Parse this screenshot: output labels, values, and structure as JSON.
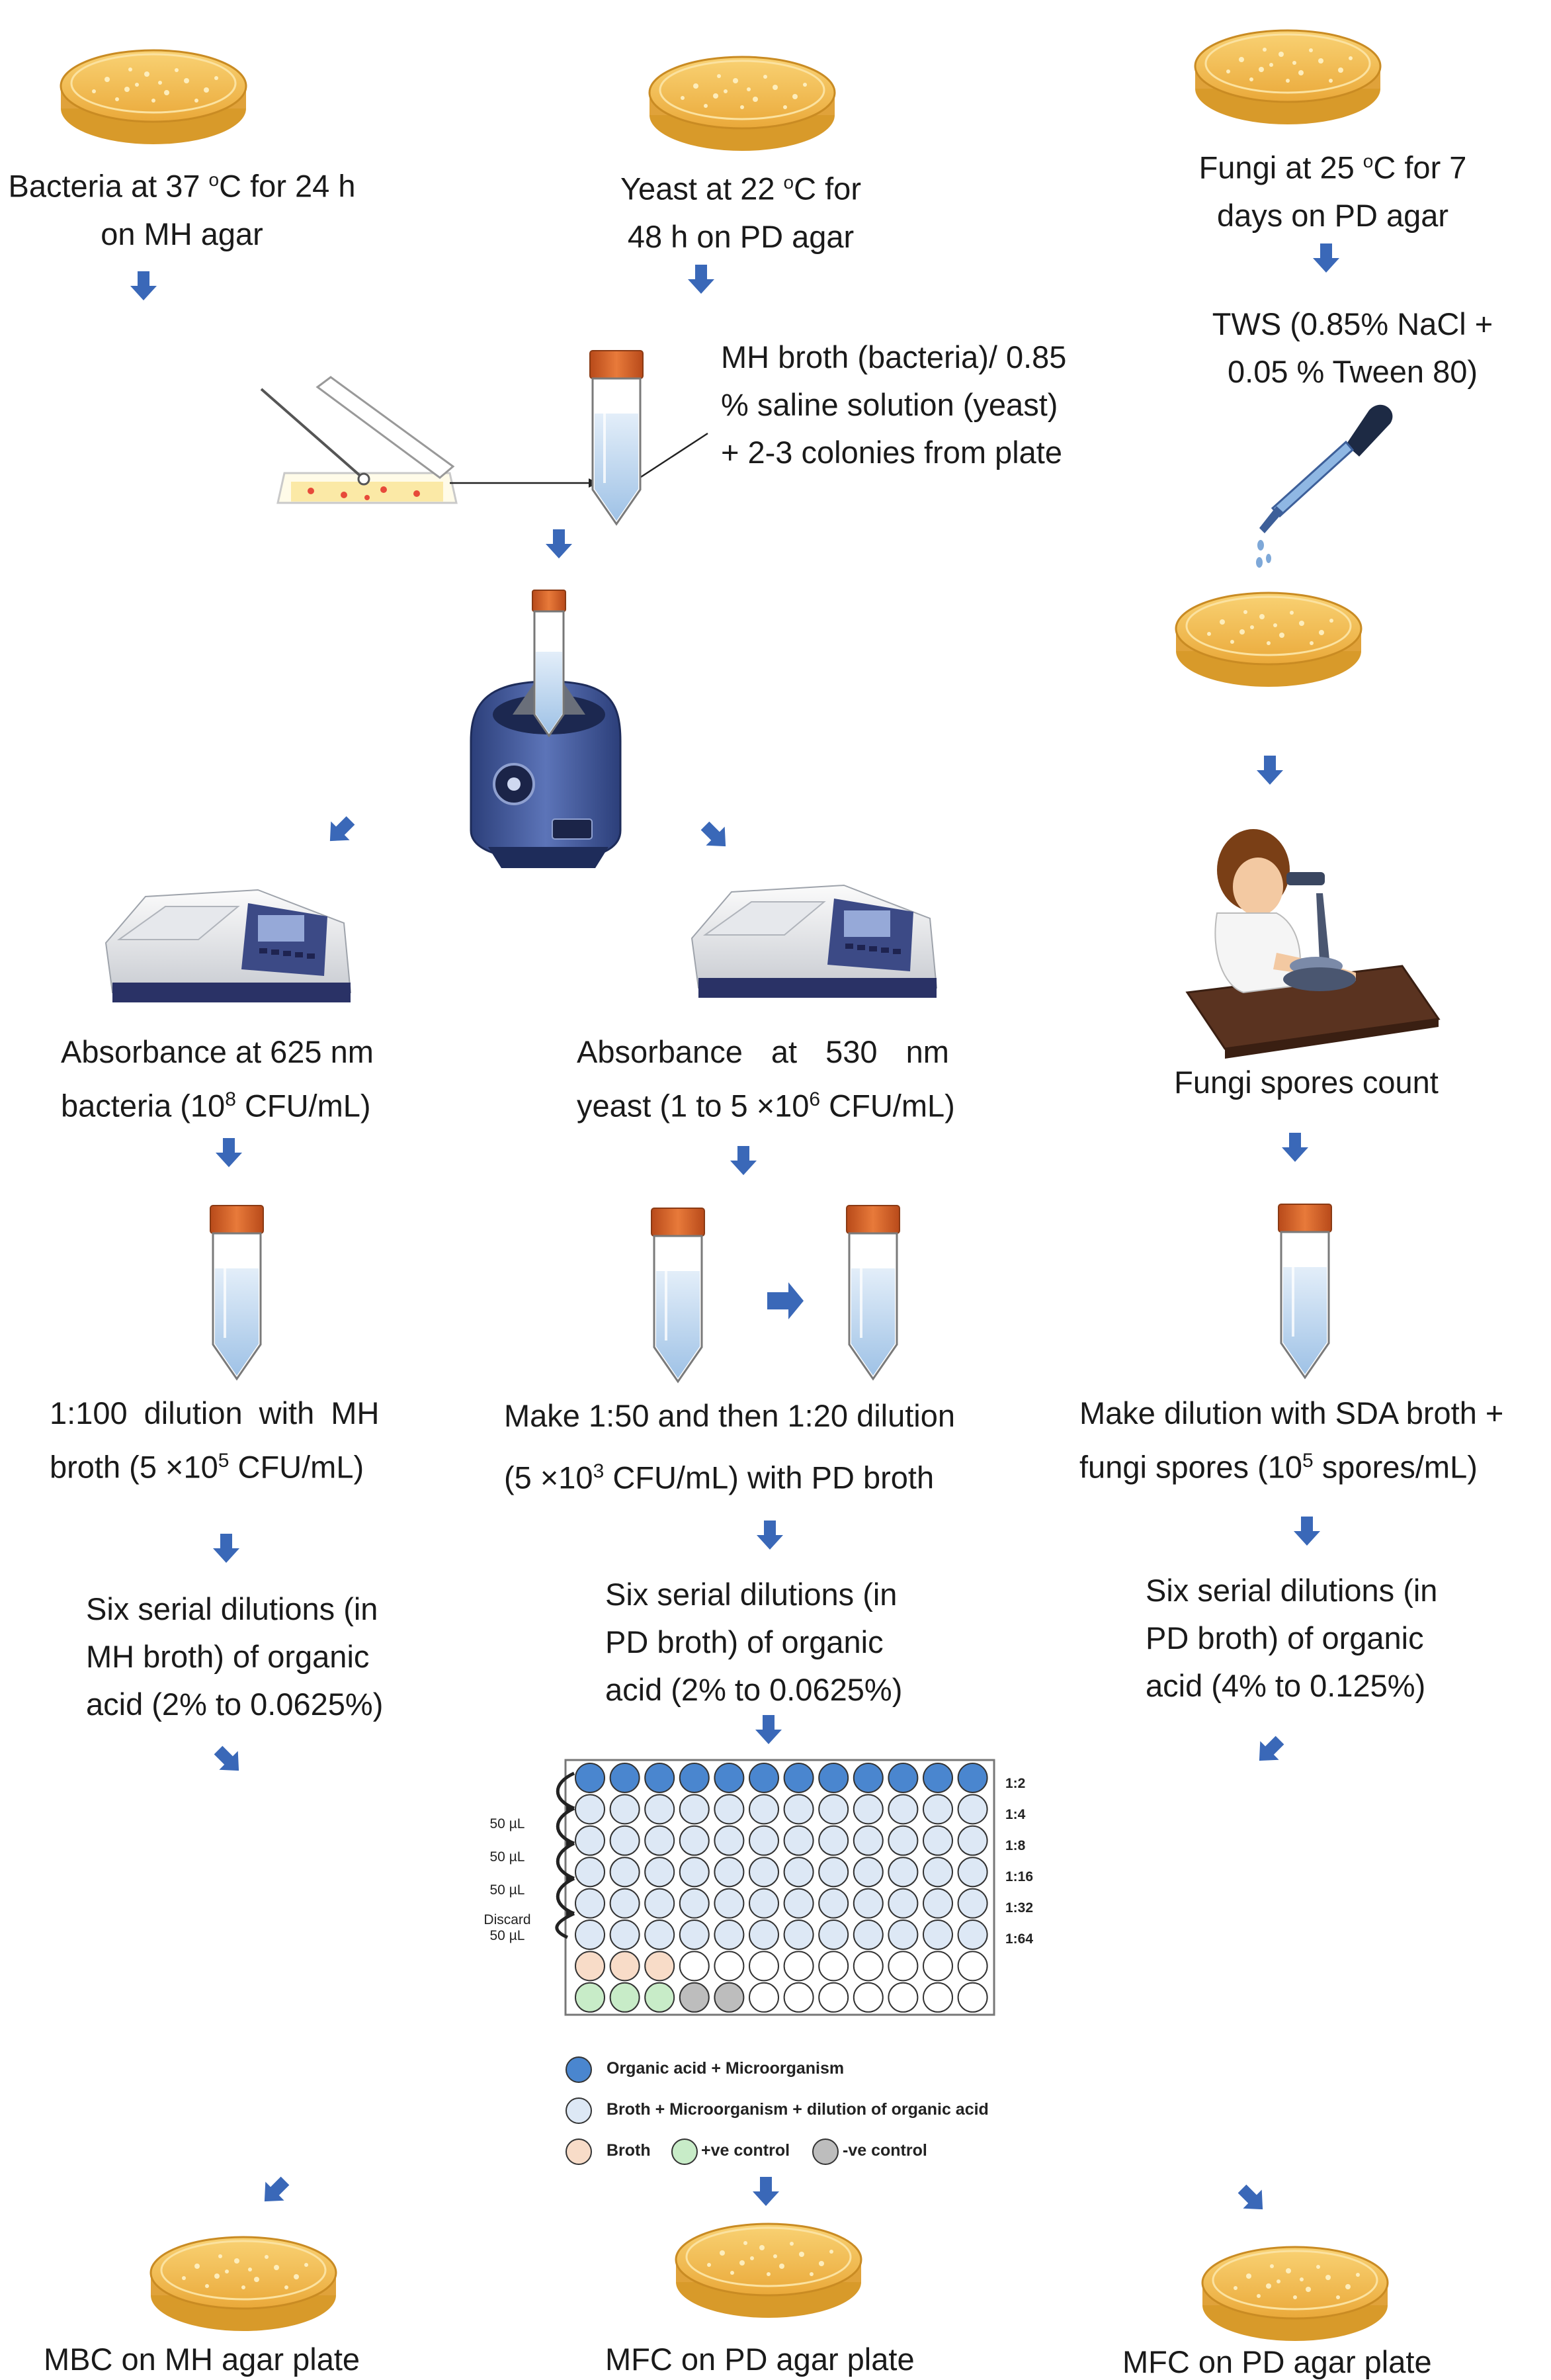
{
  "steps": {
    "bacteria_culture": [
      "Bacteria at 37 ",
      "o",
      "C for 24 h",
      "on MH agar"
    ],
    "yeast_culture": [
      "Yeast at 22 ",
      "o",
      "C for",
      "48 h on PD agar"
    ],
    "fungi_culture": [
      "Fungi at 25 ",
      "o",
      "C for 7",
      "days on PD agar"
    ],
    "tws": [
      "TWS (0.85% NaCl +",
      "0.05 % Tween 80)"
    ],
    "broth_inoculation": [
      "MH broth (bacteria)/ 0.85",
      "% saline solution (yeast)",
      "+ 2-3 colonies from plate"
    ],
    "absorbance_bacteria": [
      "Absorbance at 625 nm",
      "bacteria (10",
      "8",
      " CFU/mL)"
    ],
    "absorbance_yeast": [
      "Absorbance at 530 nm",
      "yeast (1 to 5 ×10",
      "6",
      " CFU/mL)"
    ],
    "fungi_spores_count": "Fungi spores count",
    "dilution_bacteria": [
      "1:100 dilution with MH",
      "broth (5 ×10",
      "5",
      " CFU/mL)"
    ],
    "dilution_yeast": [
      "Make 1:50 and then 1:20 dilution",
      "(5 ×10",
      "3",
      " CFU/mL) with PD broth"
    ],
    "dilution_fungi": [
      "Make dilution with SDA broth +",
      "fungi spores (10",
      "5",
      " spores/mL)"
    ],
    "serial_bacteria": [
      "Six serial dilutions (in",
      "MH broth) of organic",
      "acid (2% to 0.0625%)"
    ],
    "serial_yeast": [
      "Six serial dilutions (in",
      "PD broth) of organic",
      "acid (2% to 0.0625%)"
    ],
    "serial_fungi": [
      "Six serial dilutions (in",
      "PD broth) of organic",
      "acid (4% to 0.125%)"
    ],
    "result_bacteria": "MBC on MH agar plate",
    "result_yeast": "MFC on PD agar plate",
    "result_fungi": "MFC on PD agar plate"
  },
  "plate": {
    "row_labels": [
      "1:2",
      "1:4",
      "1:8",
      "1:16",
      "1:32",
      "1:64"
    ],
    "transfer_labels": [
      "50 µL",
      "50 µL",
      "50 µL",
      "Discard",
      "50 µL"
    ],
    "columns": 12,
    "rows": 8
  },
  "legend": {
    "organic_acid": "Organic acid + Microorganism",
    "broth_dilution": "Broth + Microorganism + dilution of organic acid",
    "broth": "Broth",
    "positive": "+ve control",
    "negative": "-ve control"
  },
  "colors": {
    "organic_acid": "#4a86cf",
    "broth_dilution": "#dde8f5",
    "broth": "#f8dcc8",
    "positive": "#c8ecc8",
    "negative": "#bdbdbd",
    "empty": "#ffffff",
    "arrow": "#3a68b8",
    "agar": "#f5c050",
    "tube_cap": "#d4622a",
    "tube_liquid": "#bcd6ee"
  }
}
